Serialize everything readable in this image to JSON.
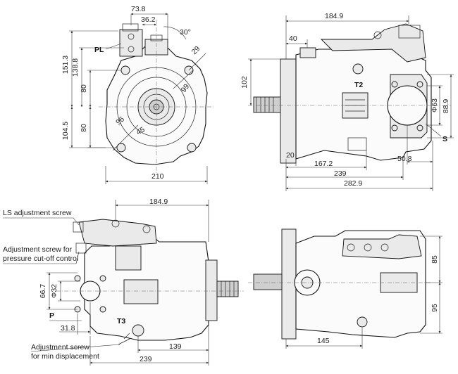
{
  "views": {
    "front": {
      "dims": {
        "w_top": "73.8",
        "w_pl": "36.2",
        "angle": "30°",
        "h_total": "151.3",
        "h_upper": "138.8",
        "h_80a": "80",
        "h_80b": "80",
        "h_lower": "104.5",
        "w_bottom": "210",
        "r_29": "29",
        "r_99": "99",
        "r_96": "96",
        "r_45": "45"
      },
      "ports": {
        "pl": "PL"
      }
    },
    "side": {
      "dims": {
        "w_top": "184.9",
        "w_40": "40",
        "h_102": "102",
        "d_63": "Φ63",
        "h_88": "88.9",
        "w_20": "20",
        "w_167": "167.2",
        "w_508": "50.8",
        "w_239": "239",
        "w_282": "282.9"
      },
      "ports": {
        "t2": "T2",
        "s": "S"
      }
    },
    "top": {
      "dims": {
        "w_top": "184.9",
        "h_667": "66.7",
        "d_32": "Φ32",
        "w_318": "31.8",
        "w_139": "139",
        "w_239": "239"
      },
      "ports": {
        "p": "P",
        "t3": "T3"
      },
      "labels": {
        "ls": "LS adjustment screw",
        "pc1": "Adjustment screw for",
        "pc2": "pressure cut-off control",
        "md1": "Adjustment screw",
        "md2": "for min displacement"
      }
    },
    "bottom": {
      "dims": {
        "h_85": "85",
        "h_95": "95",
        "w_145": "145"
      }
    }
  }
}
